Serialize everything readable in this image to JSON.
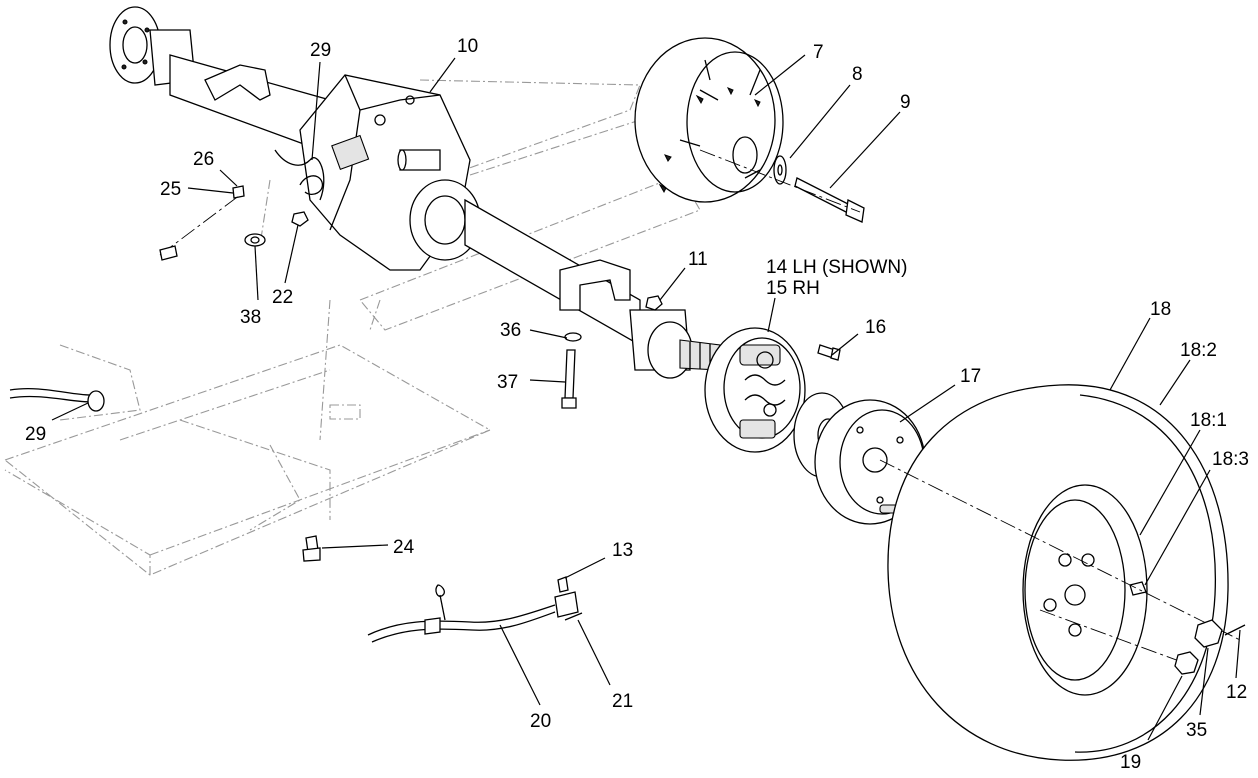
{
  "callouts": {
    "c7": "7",
    "c8": "8",
    "c9": "9",
    "c10": "10",
    "c11": "11",
    "c12": "12",
    "c13": "13",
    "c14": "14 LH (SHOWN)",
    "c15": "15 RH",
    "c16": "16",
    "c17": "17",
    "c18": "18",
    "c18_1": "18:1",
    "c18_2": "18:2",
    "c18_3": "18:3",
    "c19": "19",
    "c20": "20",
    "c21": "21",
    "c22": "22",
    "c24": "24",
    "c25": "25",
    "c26": "26",
    "c29_top": "29",
    "c29_left": "29",
    "c35": "35",
    "c36": "36",
    "c37": "37",
    "c38": "38"
  }
}
